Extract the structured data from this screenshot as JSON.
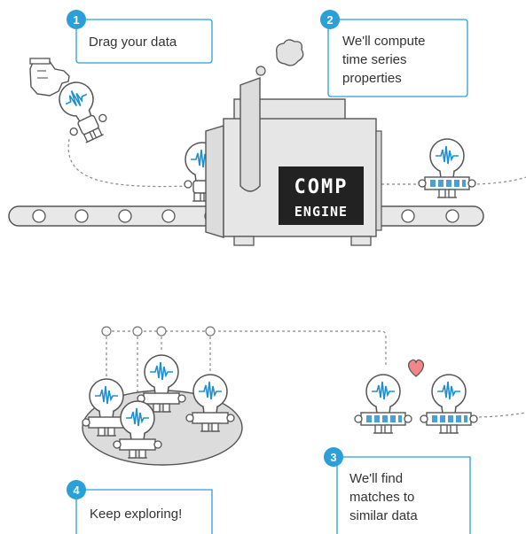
{
  "steps": [
    {
      "number": "1",
      "lines": [
        "Drag your data"
      ]
    },
    {
      "number": "2",
      "lines": [
        "We'll compute",
        "time series",
        "properties"
      ]
    },
    {
      "number": "3",
      "lines": [
        "We'll find",
        "matches to",
        "similar data"
      ]
    },
    {
      "number": "4",
      "lines": [
        "Keep exploring!"
      ]
    }
  ],
  "engine": {
    "line1": "COMP",
    "line2": "ENGINE"
  },
  "colors": {
    "accent": "#2b9fd9",
    "wave": "#1e90d0",
    "outline": "#555555",
    "machine": "#e6e6e6",
    "label_box": "#222222",
    "heart": "#f2848a",
    "platform": "#dcdcdc"
  },
  "icons": [
    "pointing-hand-icon",
    "heart-icon",
    "smoke-cloud-icon",
    "robot-icon"
  ]
}
